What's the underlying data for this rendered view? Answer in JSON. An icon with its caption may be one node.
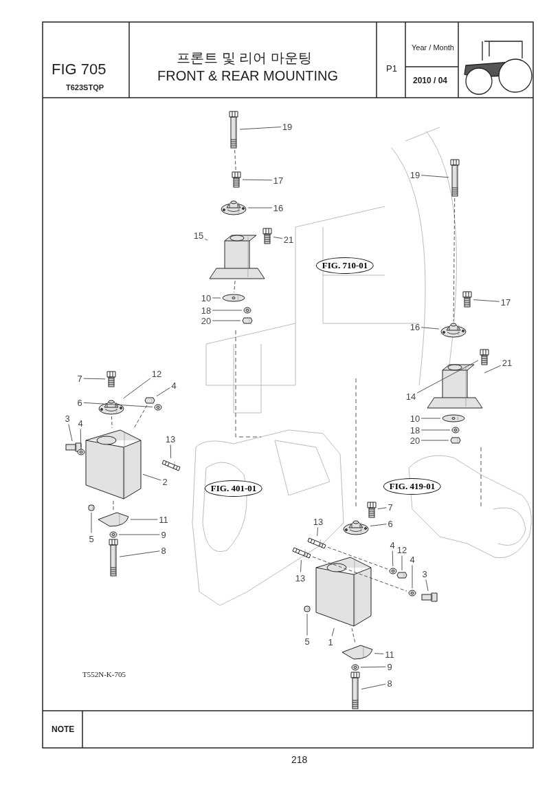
{
  "diagram": {
    "nodes": [
      {
        "text": [
          "19"
        ]
      },
      {
        "text": [
          "17"
        ]
      },
      {
        "text": [
          "16"
        ]
      },
      {
        "text": [
          "15"
        ]
      },
      {
        "text": [
          "21"
        ]
      },
      {
        "text": [
          "10"
        ]
      },
      {
        "text": [
          "18"
        ]
      },
      {
        "text": [
          "20"
        ]
      },
      {
        "text": [
          "19"
        ]
      },
      {
        "text": [
          "17"
        ]
      },
      {
        "text": [
          "16"
        ]
      },
      {
        "text": [
          "21"
        ]
      },
      {
        "text": [
          "14"
        ]
      },
      {
        "text": [
          "10"
        ]
      },
      {
        "text": [
          "18"
        ]
      },
      {
        "text": [
          "20"
        ]
      },
      {
        "text": [
          "7"
        ]
      },
      {
        "text": [
          "12"
        ]
      },
      {
        "text": [
          "4"
        ]
      },
      {
        "text": [
          "6"
        ]
      },
      {
        "text": [
          "3"
        ]
      },
      {
        "text": [
          "4"
        ]
      },
      {
        "text": [
          "13"
        ]
      },
      {
        "text": [
          "2"
        ]
      },
      {
        "text": [
          "5"
        ]
      },
      {
        "text": [
          "11"
        ]
      },
      {
        "text": [
          "9"
        ]
      },
      {
        "text": [
          "8"
        ]
      },
      {
        "text": [
          "13"
        ]
      },
      {
        "text": [
          "7"
        ]
      },
      {
        "text": [
          "6"
        ]
      },
      {
        "text": [
          "4"
        ]
      },
      {
        "text": [
          "12"
        ]
      },
      {
        "text": [
          "4"
        ]
      },
      {
        "text": [
          "13"
        ]
      },
      {
        "text": [
          "3"
        ]
      },
      {
        "text": [
          "5"
        ]
      },
      {
        "text": [
          "1"
        ]
      },
      {
        "text": [
          "11"
        ]
      },
      {
        "text": [
          "9"
        ]
      },
      {
        "text": [
          "8"
        ]
      },
      {
        "text": [
          "FIG. 710-01"
        ]
      },
      {
        "text": [
          "FIG. 401-01"
        ]
      },
      {
        "text": [
          "FIG. 419-01"
        ]
      },
      {
        "text": [],
        "shape": "picture"
      },
      {
        "text": [],
        "shape": "picture"
      },
      {
        "text": [],
        "shape": "picture"
      },
      {
        "text": [],
        "shape": "picture"
      },
      {
        "text": [],
        "shape": "picture"
      },
      {
        "text": [],
        "shape": "picture"
      },
      {
        "text": [],
        "shape": "picture"
      },
      {
        "text": [],
        "shape": "picture"
      },
      {
        "text": [],
        "shape": "picture"
      },
      {
        "text": [],
        "shape": "picture"
      },
      {
        "text": [],
        "shape": "picture"
      },
      {
        "text": [],
        "shape": "picture"
      },
      {
        "text": [],
        "shape": "picture"
      },
      {
        "text": [],
        "shape": "picture"
      },
      {
        "text": [],
        "shape": "picture"
      },
      {
        "text": [],
        "shape": "picture"
      },
      {
        "text": [],
        "shape": "picture"
      },
      {
        "text": [],
        "shape": "picture"
      },
      {
        "text": [],
        "shape": "picture"
      },
      {
        "text": [],
        "shape": "picture"
      },
      {
        "text": [],
        "shape": "picture"
      },
      {
        "text": [],
        "shape": "picture"
      },
      {
        "text": [],
        "shape": "picture"
      },
      {
        "text": [],
        "shape": "picture"
      },
      {
        "text": [],
        "shape": "picture"
      },
      {
        "text": [],
        "shape": "picture"
      },
      {
        "text": [],
        "shape": "picture"
      },
      {
        "text": [],
        "shape": "picture"
      },
      {
        "text": [],
        "shape": "picture"
      },
      {
        "text": [],
        "shape": "picture"
      },
      {
        "text": [],
        "shape": "picture"
      },
      {
        "text": [],
        "shape": "picture"
      },
      {
        "text": [],
        "shape": "picture"
      },
      {
        "text": [],
        "shape": "picture"
      },
      {
        "text": [],
        "shape": "picture"
      },
      {
        "text": [],
        "shape": "picture"
      },
      {
        "text": [],
        "shape": "picture"
      },
      {
        "text": [],
        "shape": "picture"
      },
      {
        "text": [],
        "shape": "picture"
      },
      {
        "text": [],
        "shape": "picture"
      },
      {
        "text": [],
        "shape": "picture"
      }
    ],
    "edges": [
      {
        "from": 0,
        "to": 44,
        "arrow": "none"
      },
      {
        "from": 1,
        "to": 45,
        "arrow": "none"
      },
      {
        "from": 2,
        "to": 46,
        "arrow": "none"
      },
      {
        "from": 3,
        "to": 47,
        "arrow": "none"
      },
      {
        "from": 4,
        "to": 48,
        "arrow": "none"
      },
      {
        "from": 5,
        "to": 49,
        "arrow": "none"
      },
      {
        "from": 6,
        "to": 50,
        "arrow": "none"
      },
      {
        "from": 7,
        "to": 51,
        "arrow": "none"
      },
      {
        "from": 8,
        "to": 52,
        "arrow": "none"
      },
      {
        "from": 9,
        "to": 53,
        "arrow": "none"
      },
      {
        "from": 10,
        "to": 54,
        "arrow": "none"
      },
      {
        "from": 11,
        "to": 55,
        "arrow": "none"
      },
      {
        "from": 12,
        "to": 56,
        "arrow": "none"
      },
      {
        "from": 13,
        "to": 57,
        "arrow": "none"
      },
      {
        "from": 14,
        "to": 58,
        "arrow": "none"
      },
      {
        "from": 15,
        "to": 59,
        "arrow": "none"
      },
      {
        "from": 16,
        "to": 60,
        "arrow": "none"
      },
      {
        "from": 17,
        "to": 61,
        "arrow": "none"
      },
      {
        "from": 18,
        "to": 62,
        "arrow": "none"
      },
      {
        "from": 19,
        "to": 63,
        "arrow": "none"
      },
      {
        "from": 20,
        "to": 64,
        "arrow": "none"
      },
      {
        "from": 21,
        "to": 65,
        "arrow": "none"
      },
      {
        "from": 22,
        "to": 66,
        "arrow": "none"
      },
      {
        "from": 23,
        "to": 67,
        "arrow": "none"
      },
      {
        "from": 24,
        "to": 68,
        "arrow": "none"
      },
      {
        "from": 25,
        "to": 69,
        "arrow": "none"
      },
      {
        "from": 26,
        "to": 70,
        "arrow": "none"
      },
      {
        "from": 27,
        "to": 71,
        "arrow": "none"
      },
      {
        "from": 28,
        "to": 72,
        "arrow": "none"
      },
      {
        "from": 29,
        "to": 73,
        "arrow": "none"
      },
      {
        "from": 30,
        "to": 74,
        "arrow": "none"
      },
      {
        "from": 31,
        "to": 75,
        "arrow": "none"
      },
      {
        "from": 32,
        "to": 76,
        "arrow": "none"
      },
      {
        "from": 33,
        "to": 77,
        "arrow": "none"
      },
      {
        "from": 34,
        "to": 78,
        "arrow": "none"
      },
      {
        "from": 35,
        "to": 79,
        "arrow": "none"
      },
      {
        "from": 36,
        "to": 80,
        "arrow": "none"
      },
      {
        "from": 37,
        "to": 81,
        "arrow": "none"
      },
      {
        "from": 38,
        "to": 82,
        "arrow": "none"
      },
      {
        "from": 39,
        "to": 83,
        "arrow": "none"
      },
      {
        "from": 40,
        "to": 84,
        "arrow": "none"
      },
      {
        "from": 44,
        "to": 45,
        "arrow": "none",
        "style": "dashed"
      },
      {
        "from": 47,
        "to": 49,
        "arrow": "none",
        "style": "dashed"
      },
      {
        "from": 52,
        "to": 54,
        "arrow": "none",
        "style": "dashed"
      },
      {
        "from": 61,
        "to": 67,
        "arrow": "none",
        "style": "dashed"
      },
      {
        "from": 62,
        "to": 67,
        "arrow": "none",
        "style": "dashed"
      },
      {
        "from": 67,
        "to": 69,
        "arrow": "none",
        "style": "dashed"
      },
      {
        "from": 72,
        "to": 75,
        "arrow": "none",
        "style": "dashed"
      },
      {
        "from": 78,
        "to": 77,
        "arrow": "none",
        "style": "dashed"
      },
      {
        "from": 81,
        "to": 82,
        "arrow": "none",
        "style": "dashed"
      }
    ],
    "labels": [
      "FIG 705",
      "T623STQP",
      "프론트 및 리어 마운팅",
      "FRONT & REAR MOUNTING",
      "P1",
      "Year / Month",
      "2010 / 04",
      "T552N-K-705",
      "NOTE",
      "218"
    ]
  }
}
